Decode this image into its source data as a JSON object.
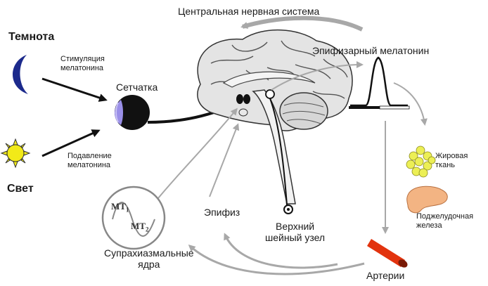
{
  "labels": {
    "cns": "Центральная нервная система",
    "darkness": "Темнота",
    "light": "Свет",
    "stim": "Стимуляция\nмелатонина",
    "suppress": "Подавление\nмелатонина",
    "retina": "Сетчатка",
    "pineal_melatonin": "Эпифизарный мелатонин",
    "adipose": "Жировая\nткань",
    "pancreas": "Поджелудочная\nжелеза",
    "arteries": "Артерии",
    "pineal": "Эпифиз",
    "ganglion": "Верхний\nшейный узел",
    "scn": "Супрахиазмальные\nядра",
    "mt1": "MT",
    "mt1_sub": "1",
    "mt2": "MT",
    "mt2_sub": "2"
  },
  "colors": {
    "arrow_gray": "#a8a8a8",
    "black": "#111111",
    "moon": "#1c2a8c",
    "sun": "#f2ea18",
    "fat": "#ecef55",
    "pancreas": "#f3b483",
    "artery": "#e2330e"
  }
}
